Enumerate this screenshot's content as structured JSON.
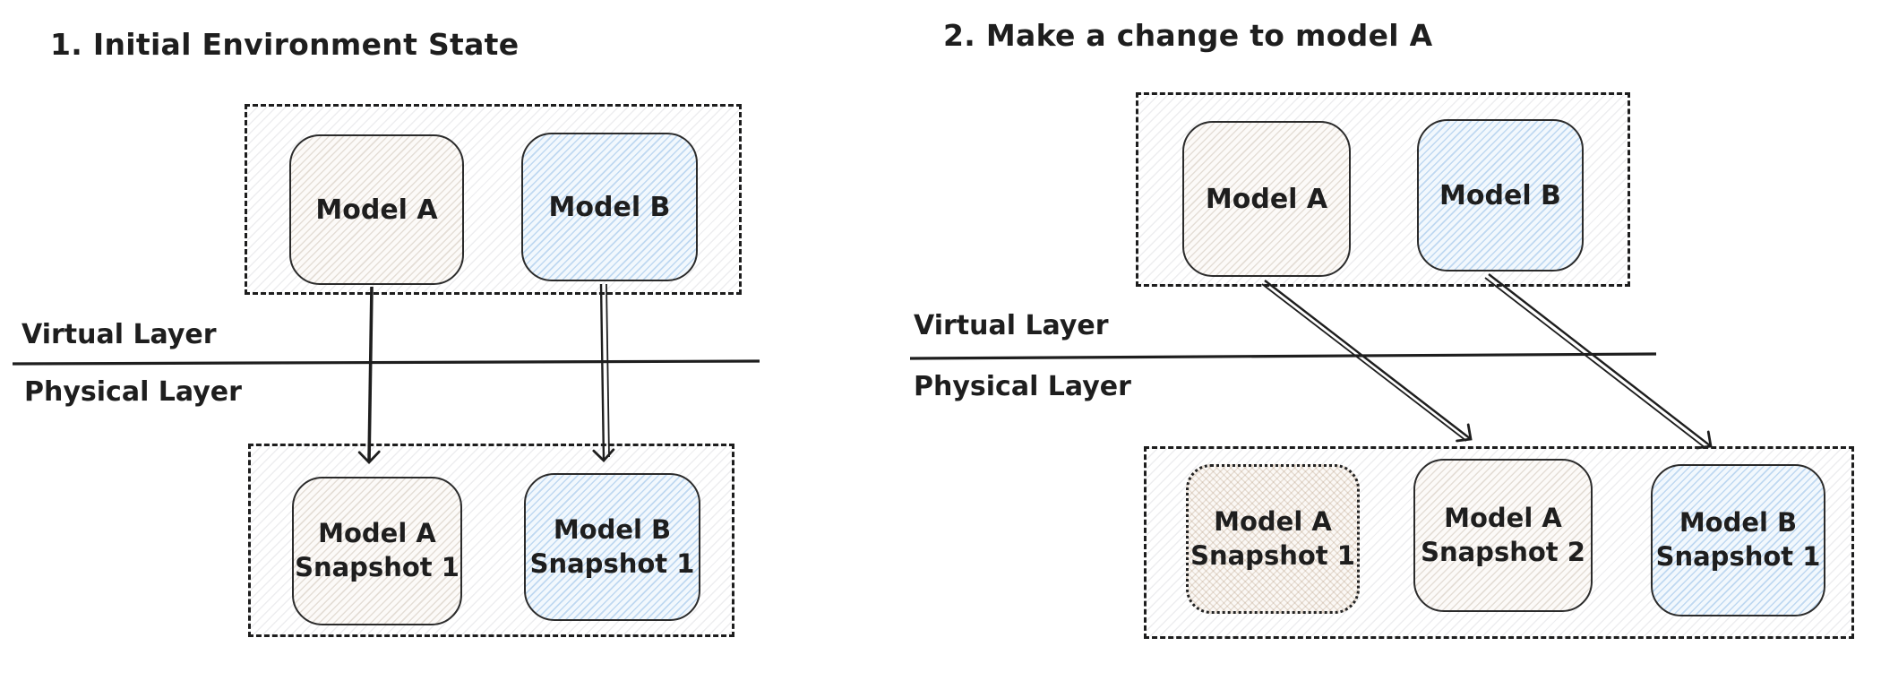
{
  "diagram": {
    "style": "hand-drawn whiteboard sketch",
    "colors": {
      "stroke": "#1e1e1e",
      "blue_hatch": "#c5dcf2",
      "tan_hatch": "#d9cbbd",
      "container_hatch": "#dddde3",
      "background": "#ffffff"
    }
  },
  "panels": [
    {
      "title": "1. Initial Environment State",
      "virtual_layer_label": "Virtual Layer",
      "physical_layer_label": "Physical Layer",
      "virtual_models": [
        {
          "label": "Model A"
        },
        {
          "label": "Model B"
        }
      ],
      "snapshots": [
        {
          "line1": "Model A",
          "line2": "Snapshot 1"
        },
        {
          "line1": "Model B",
          "line2": "Snapshot 1"
        }
      ]
    },
    {
      "title": "2. Make a change to model A",
      "virtual_layer_label": "Virtual Layer",
      "physical_layer_label": "Physical Layer",
      "virtual_models": [
        {
          "label": "Model A"
        },
        {
          "label": "Model B"
        }
      ],
      "snapshots": [
        {
          "line1": "Model A",
          "line2": "Snapshot 1"
        },
        {
          "line1": "Model A",
          "line2": "Snapshot 2"
        },
        {
          "line1": "Model B",
          "line2": "Snapshot 1"
        }
      ]
    }
  ]
}
